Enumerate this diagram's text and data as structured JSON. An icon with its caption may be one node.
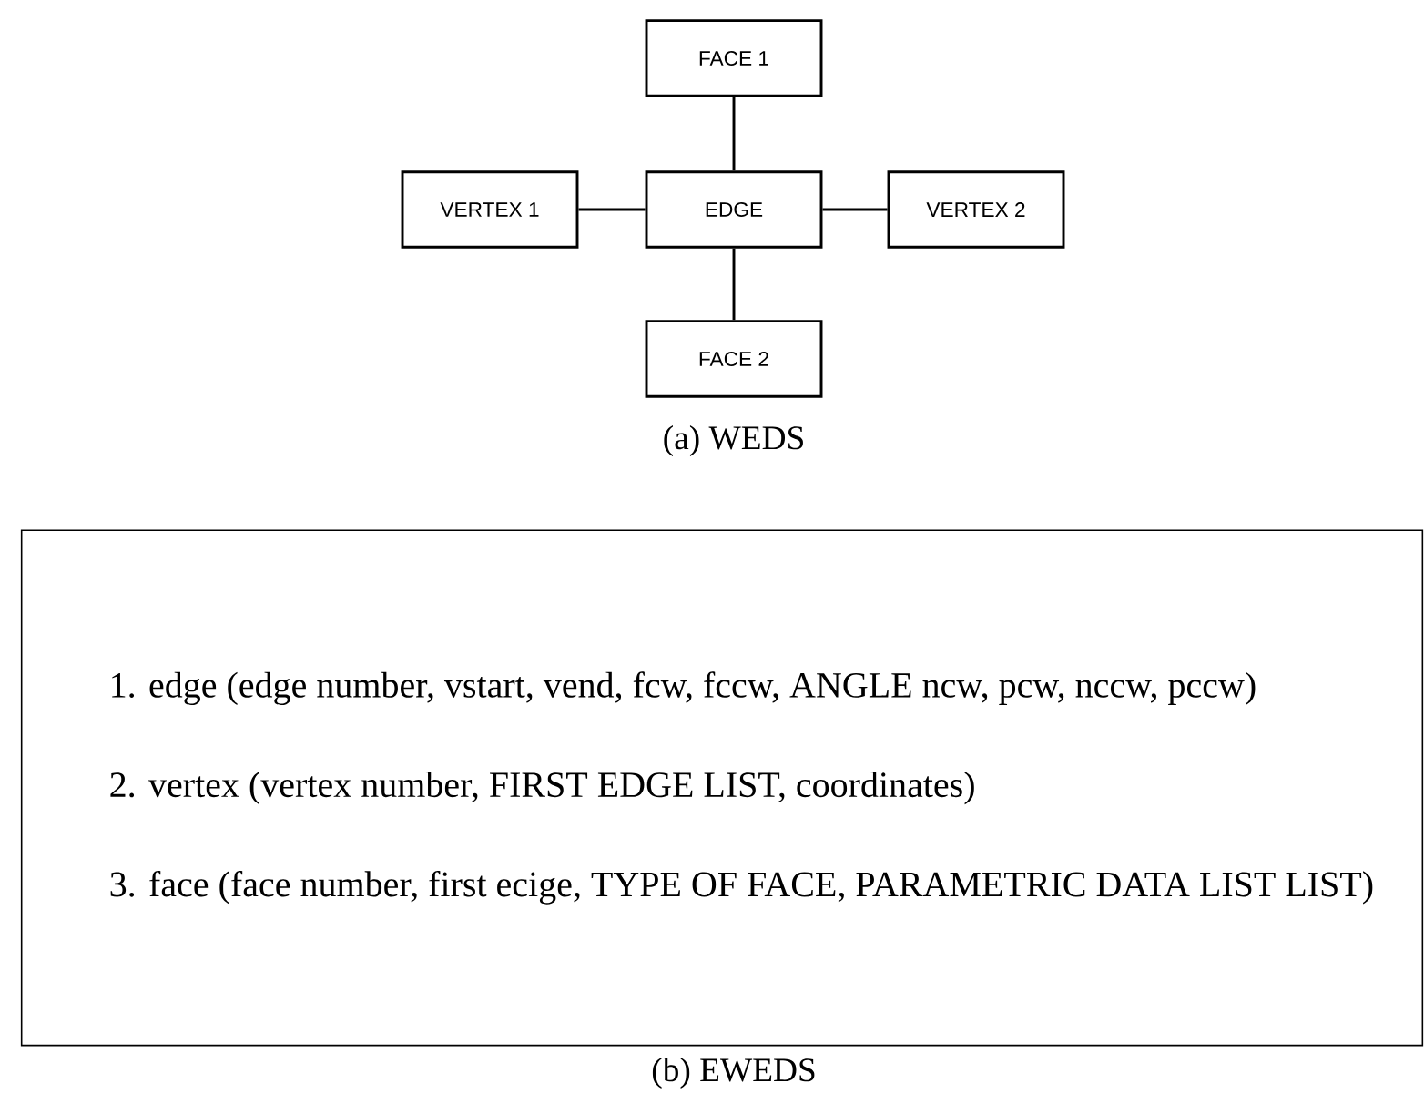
{
  "diagram": {
    "nodes": [
      {
        "text": [
          "FACE 1"
        ]
      },
      {
        "text": [
          "VERTEX 1"
        ]
      },
      {
        "text": [
          "EDGE"
        ]
      },
      {
        "text": [
          "VERTEX 2"
        ]
      },
      {
        "text": [
          "FACE 2"
        ]
      },
      {
        "text": [
          "1. edge (edge number, vstart, vend, fcw, fccw, ANGLE ncw, pcw, nccw, pccw)",
          "2. vertex (vertex number, FIRST EDGE LIST, coordinates)",
          "3. face (face number, first ecige, TYPE OF FACE, PARAMETRIC DATA LIST LIST)"
        ]
      }
    ],
    "edges": [
      {
        "from": 0,
        "to": 2,
        "arrow": "none"
      },
      {
        "from": 1,
        "to": 2,
        "arrow": "none"
      },
      {
        "from": 2,
        "to": 3,
        "arrow": "none"
      },
      {
        "from": 2,
        "to": 4,
        "arrow": "none"
      }
    ],
    "labels": [
      "(a) WEDS",
      "(b) EWEDS"
    ]
  }
}
